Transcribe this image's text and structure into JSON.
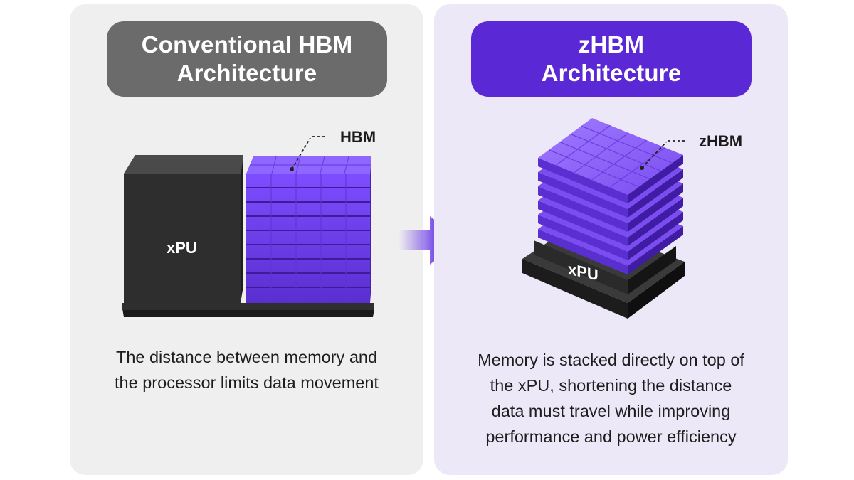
{
  "left_panel": {
    "title_line1": "Conventional HBM",
    "title_line2": "Architecture",
    "callout": "HBM",
    "chip_label": "xPU",
    "caption_line1": "The distance between memory and",
    "caption_line2": "the processor limits data movement"
  },
  "right_panel": {
    "title_line1": "zHBM",
    "title_line2": "Architecture",
    "callout": "zHBM",
    "chip_label": "xPU",
    "caption_line1": "Memory is stacked directly on top of",
    "caption_line2": "the xPU, shortening the distance",
    "caption_line3": "data must travel while improving",
    "caption_line4": "performance and power efficiency"
  },
  "colors": {
    "accent_purple": "#5b28d6",
    "memory_purple": "#6a3ee0",
    "chip_dark": "#2b2b2b",
    "title_gray": "#6b6b6b"
  }
}
